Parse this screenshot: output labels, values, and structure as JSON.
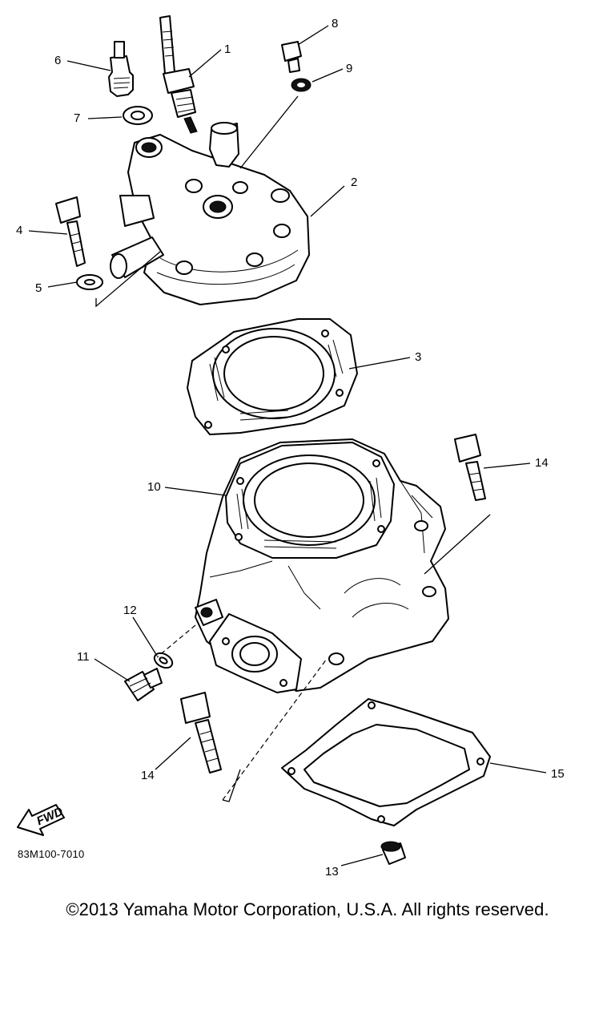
{
  "diagram": {
    "callouts": [
      "1",
      "2",
      "3",
      "4",
      "5",
      "6",
      "7",
      "8",
      "9",
      "10",
      "11",
      "12",
      "13",
      "14",
      "14",
      "15"
    ],
    "fwd_label": "FWD",
    "drawing_code": "83M100-7010"
  },
  "footer": {
    "copyright": "©2013 Yamaha Motor Corporation, U.S.A. All rights reserved."
  }
}
